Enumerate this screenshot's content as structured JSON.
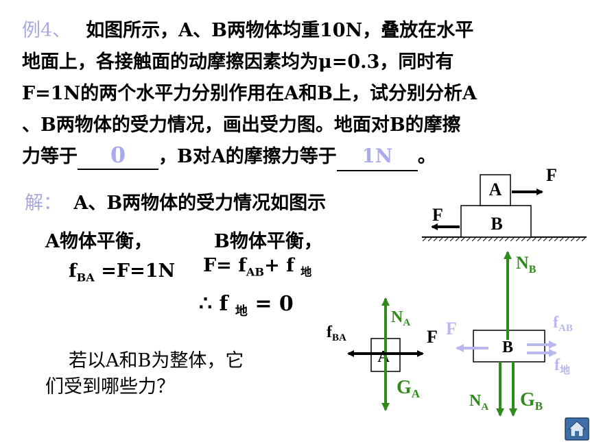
{
  "problem": {
    "label": "例4、",
    "line1": "如图所示，A、B两物体均重10N，叠放在水平",
    "line2": "地面上，各接触面的动摩擦因素均为μ=0.3，同时有",
    "line3": "F=1N的两个水平力分别作用在A和B上，试分别分析A",
    "line4": "、B两物体的受力情况，画出受力图。地面对B的摩擦",
    "line5a": "力等于",
    "answer1": "0",
    "line5b": "，B对A的摩擦力等于",
    "answer2": "1N",
    "line5c": "。"
  },
  "solution": {
    "label": "解：",
    "intro": "A、B两物体的受力情况如图示",
    "a_balance": "A物体平衡，",
    "b_balance": "B物体平衡，",
    "eq_a": "f",
    "eq_a_sub": "BA",
    "eq_a_rest": " =F=1N",
    "eq_b1": "F= f",
    "eq_b1_sub": "AB",
    "eq_b1_rest": "+ f ",
    "eq_b1_sub2": "地",
    "eq_c_therefore": "∴ f ",
    "eq_c_sub": "地",
    "eq_c_rest": " = 0",
    "question1": "若以A和B为整体，它",
    "question2": "们受到哪些力？"
  },
  "setup_diagram": {
    "block_a": "A",
    "block_b": "B",
    "force_top": "F",
    "force_bottom": "F"
  },
  "fbd_a": {
    "block": "A",
    "normal": "N",
    "normal_sub": "A",
    "weight": "G",
    "weight_sub": "A",
    "friction": "f",
    "friction_sub": "BA",
    "force": "F"
  },
  "fbd_b": {
    "block": "B",
    "normal_top": "N",
    "normal_top_sub": "B",
    "normal_bottom": "N",
    "normal_bottom_sub": "A",
    "weight": "G",
    "weight_sub": "B",
    "force": "F",
    "friction_ab": "f",
    "friction_ab_sub": "AB",
    "friction_ground": "f",
    "friction_ground_sub": "地"
  },
  "nav": {
    "home_icon": "home-icon"
  },
  "colors": {
    "green": "#2f8a1a",
    "lavender": "#a9a9e0",
    "arrow_light": "#b8b8ee"
  }
}
